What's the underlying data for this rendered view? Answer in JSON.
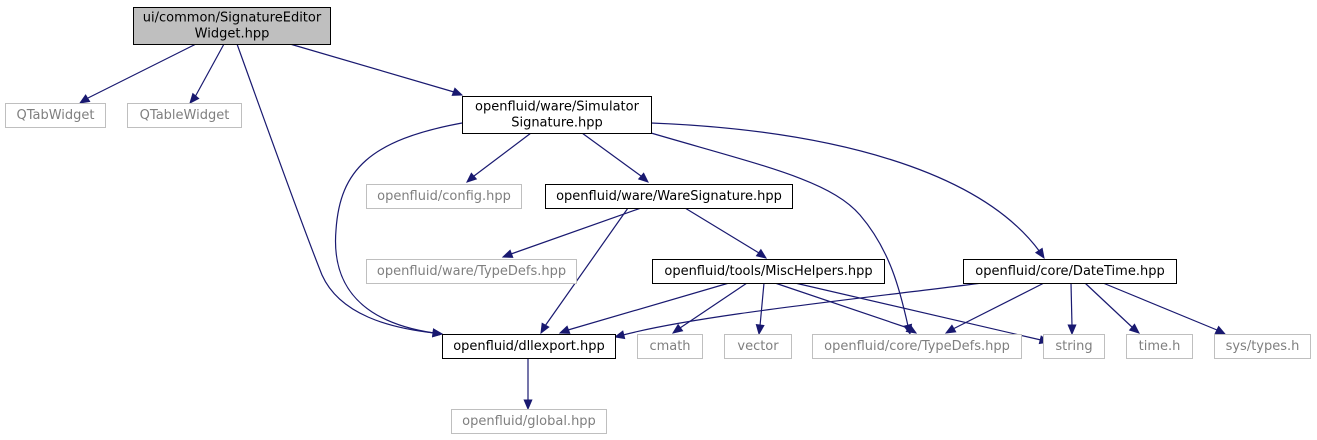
{
  "graph": {
    "title": "",
    "nodes": [
      {
        "id": "root",
        "lines": [
          "ui/common/SignatureEditor",
          "Widget.hpp"
        ],
        "style": "root"
      },
      {
        "id": "qtabwidget",
        "lines": [
          "QTabWidget"
        ],
        "style": "external"
      },
      {
        "id": "qtablewidget",
        "lines": [
          "QTableWidget"
        ],
        "style": "external"
      },
      {
        "id": "simsig",
        "lines": [
          "openfluid/ware/Simulator",
          "Signature.hpp"
        ],
        "style": "local"
      },
      {
        "id": "config",
        "lines": [
          "openfluid/config.hpp"
        ],
        "style": "external"
      },
      {
        "id": "waresig",
        "lines": [
          "openfluid/ware/WareSignature.hpp"
        ],
        "style": "local"
      },
      {
        "id": "waretypedefs",
        "lines": [
          "openfluid/ware/TypeDefs.hpp"
        ],
        "style": "external"
      },
      {
        "id": "mischelpers",
        "lines": [
          "openfluid/tools/MiscHelpers.hpp"
        ],
        "style": "local"
      },
      {
        "id": "datetime",
        "lines": [
          "openfluid/core/DateTime.hpp"
        ],
        "style": "local"
      },
      {
        "id": "dllexport",
        "lines": [
          "openfluid/dllexport.hpp"
        ],
        "style": "local"
      },
      {
        "id": "cmath",
        "lines": [
          "cmath"
        ],
        "style": "external"
      },
      {
        "id": "vector",
        "lines": [
          "vector"
        ],
        "style": "external"
      },
      {
        "id": "coretypedefs",
        "lines": [
          "openfluid/core/TypeDefs.hpp"
        ],
        "style": "external"
      },
      {
        "id": "string",
        "lines": [
          "string"
        ],
        "style": "external"
      },
      {
        "id": "timeh",
        "lines": [
          "time.h"
        ],
        "style": "external"
      },
      {
        "id": "systypes",
        "lines": [
          "sys/types.h"
        ],
        "style": "external"
      },
      {
        "id": "global",
        "lines": [
          "openfluid/global.hpp"
        ],
        "style": "external"
      }
    ],
    "edges": [
      {
        "from": "root",
        "to": "qtabwidget"
      },
      {
        "from": "root",
        "to": "qtablewidget"
      },
      {
        "from": "root",
        "to": "simsig"
      },
      {
        "from": "root",
        "to": "dllexport"
      },
      {
        "from": "simsig",
        "to": "config"
      },
      {
        "from": "simsig",
        "to": "waresig"
      },
      {
        "from": "simsig",
        "to": "dllexport"
      },
      {
        "from": "simsig",
        "to": "coretypedefs"
      },
      {
        "from": "simsig",
        "to": "datetime"
      },
      {
        "from": "waresig",
        "to": "waretypedefs"
      },
      {
        "from": "waresig",
        "to": "dllexport"
      },
      {
        "from": "waresig",
        "to": "mischelpers"
      },
      {
        "from": "mischelpers",
        "to": "dllexport"
      },
      {
        "from": "mischelpers",
        "to": "cmath"
      },
      {
        "from": "mischelpers",
        "to": "vector"
      },
      {
        "from": "mischelpers",
        "to": "coretypedefs"
      },
      {
        "from": "mischelpers",
        "to": "string"
      },
      {
        "from": "datetime",
        "to": "dllexport"
      },
      {
        "from": "datetime",
        "to": "coretypedefs"
      },
      {
        "from": "datetime",
        "to": "string"
      },
      {
        "from": "datetime",
        "to": "timeh"
      },
      {
        "from": "datetime",
        "to": "systypes"
      },
      {
        "from": "dllexport",
        "to": "global"
      }
    ]
  }
}
